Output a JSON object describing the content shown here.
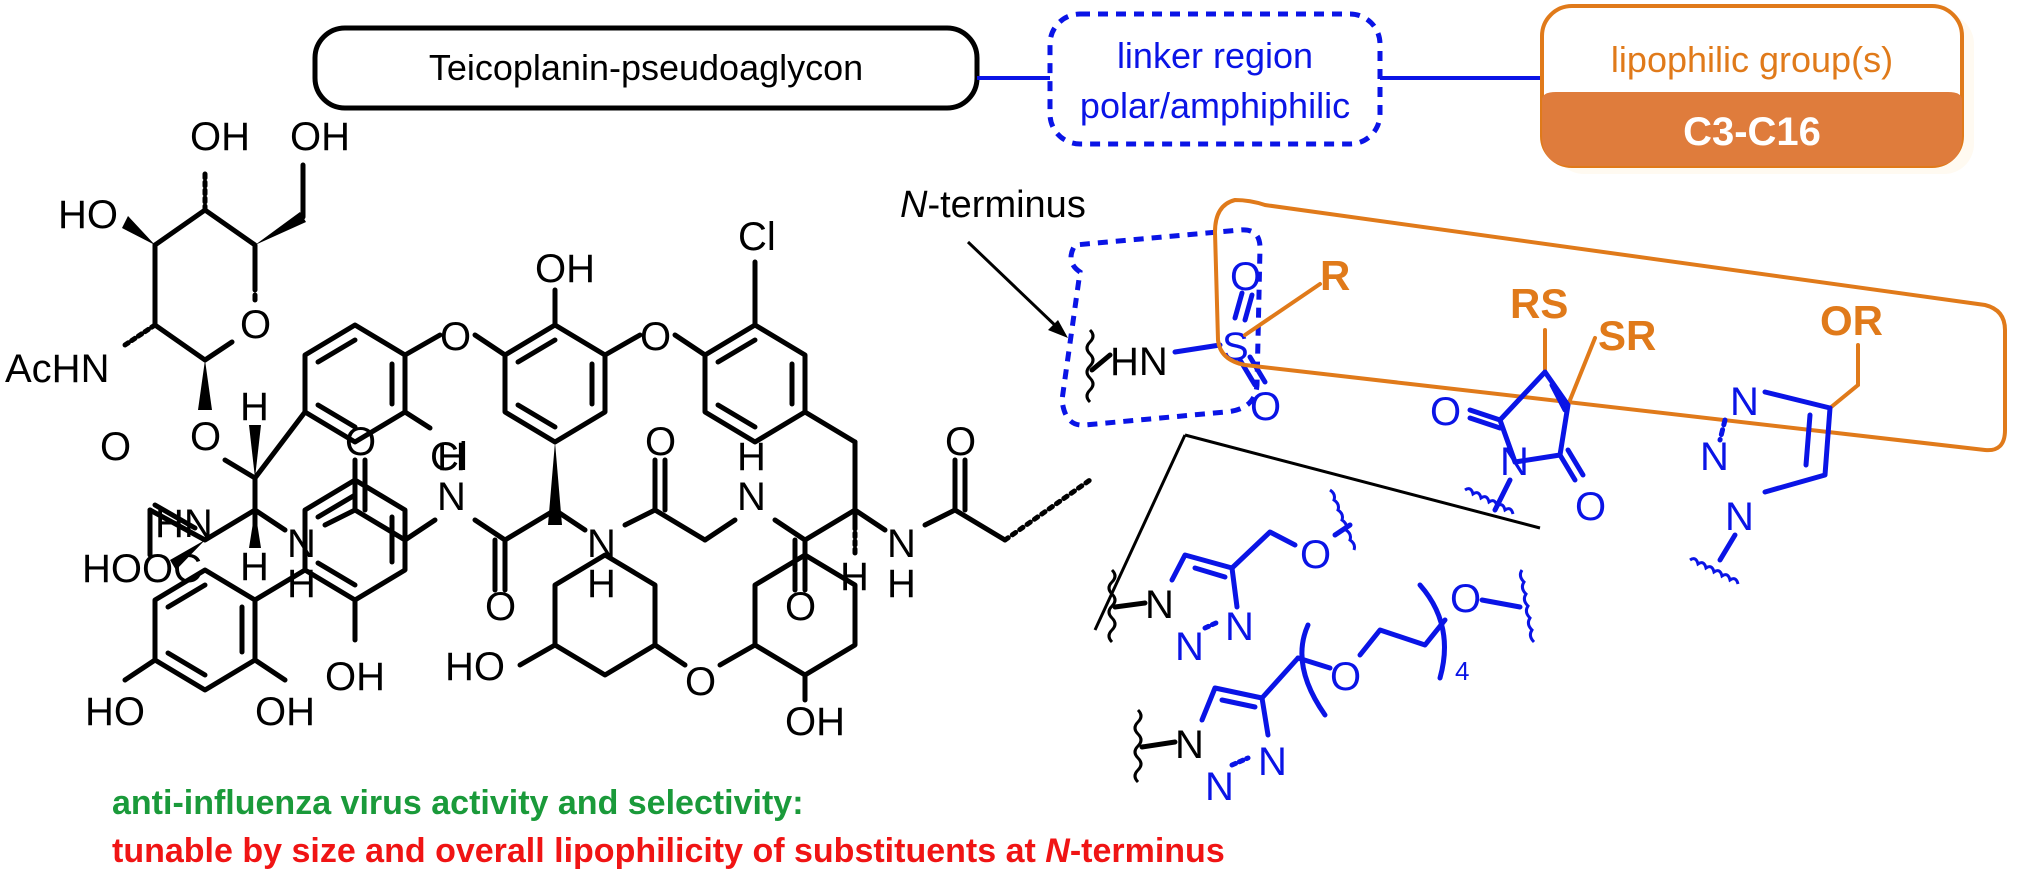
{
  "header_boxes": {
    "core": {
      "label": "Teicoplanin-pseudoaglycon"
    },
    "linker": {
      "line1": "linker region",
      "line2": "polar/amphiphilic"
    },
    "lipophilic": {
      "label": "lipophilic group(s)",
      "range": "C3-C16"
    }
  },
  "annotations": {
    "n_terminus_prefix": "N",
    "n_terminus_suffix": "-terminus",
    "polymer_repeat": "4"
  },
  "atoms": {
    "oh": "OH",
    "ho": "HO",
    "o": "O",
    "h": "H",
    "n": "N",
    "hn": "HN",
    "cl": "Cl",
    "achn": "AcHN",
    "hooc": "HOOC",
    "s": "S",
    "r": "R",
    "rs": "RS",
    "sr": "SR",
    "or": "OR"
  },
  "captions": {
    "line1": "anti-influenza virus activity and selectivity:",
    "line2_a": "tunable by size and overall lipophilicity of substituents at ",
    "line2_n": "N",
    "line2_b": "-terminus"
  },
  "colors": {
    "core": "#000000",
    "linker": "#0a14e6",
    "lipophilic": "#e07a1a",
    "lipophilic_fill": "#df7c3c",
    "caption_green": "#1a9a3a",
    "caption_red": "#f01414"
  }
}
